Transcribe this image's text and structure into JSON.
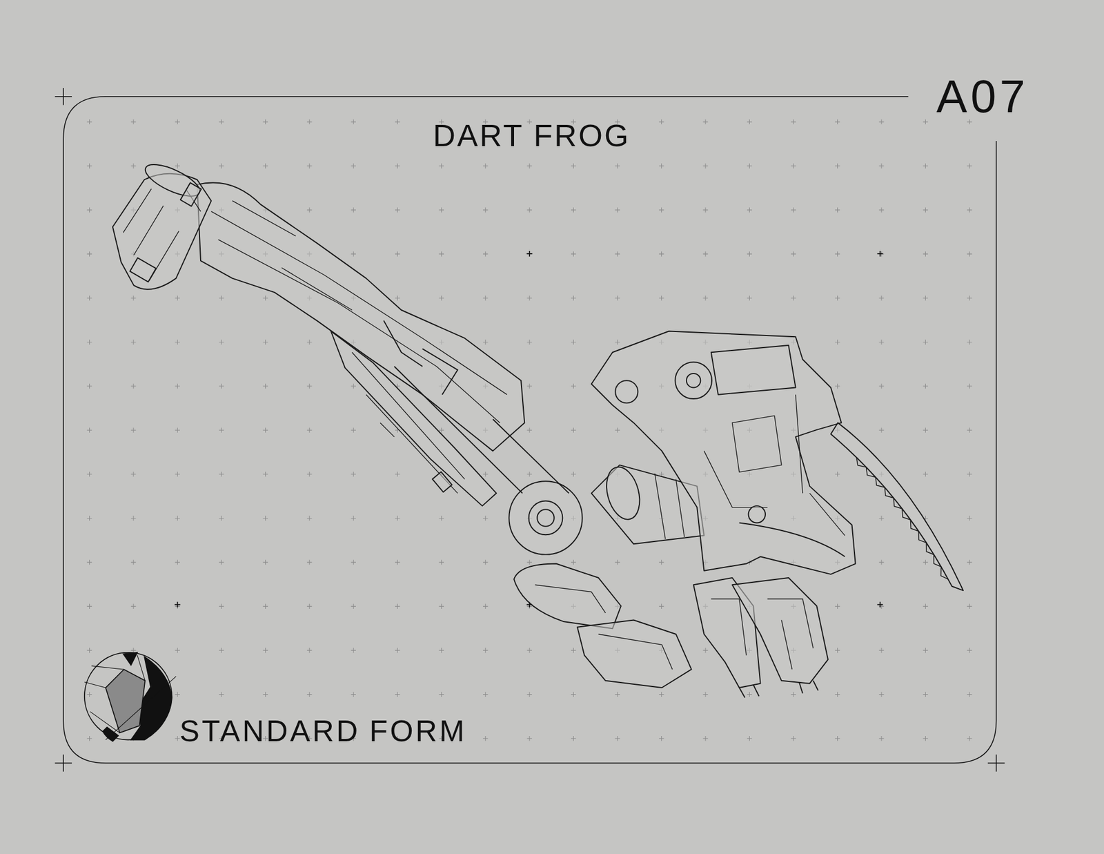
{
  "diagram": {
    "title": "DART FROG",
    "labels": [
      "A07",
      "STANDARD",
      "FORM"
    ]
  }
}
